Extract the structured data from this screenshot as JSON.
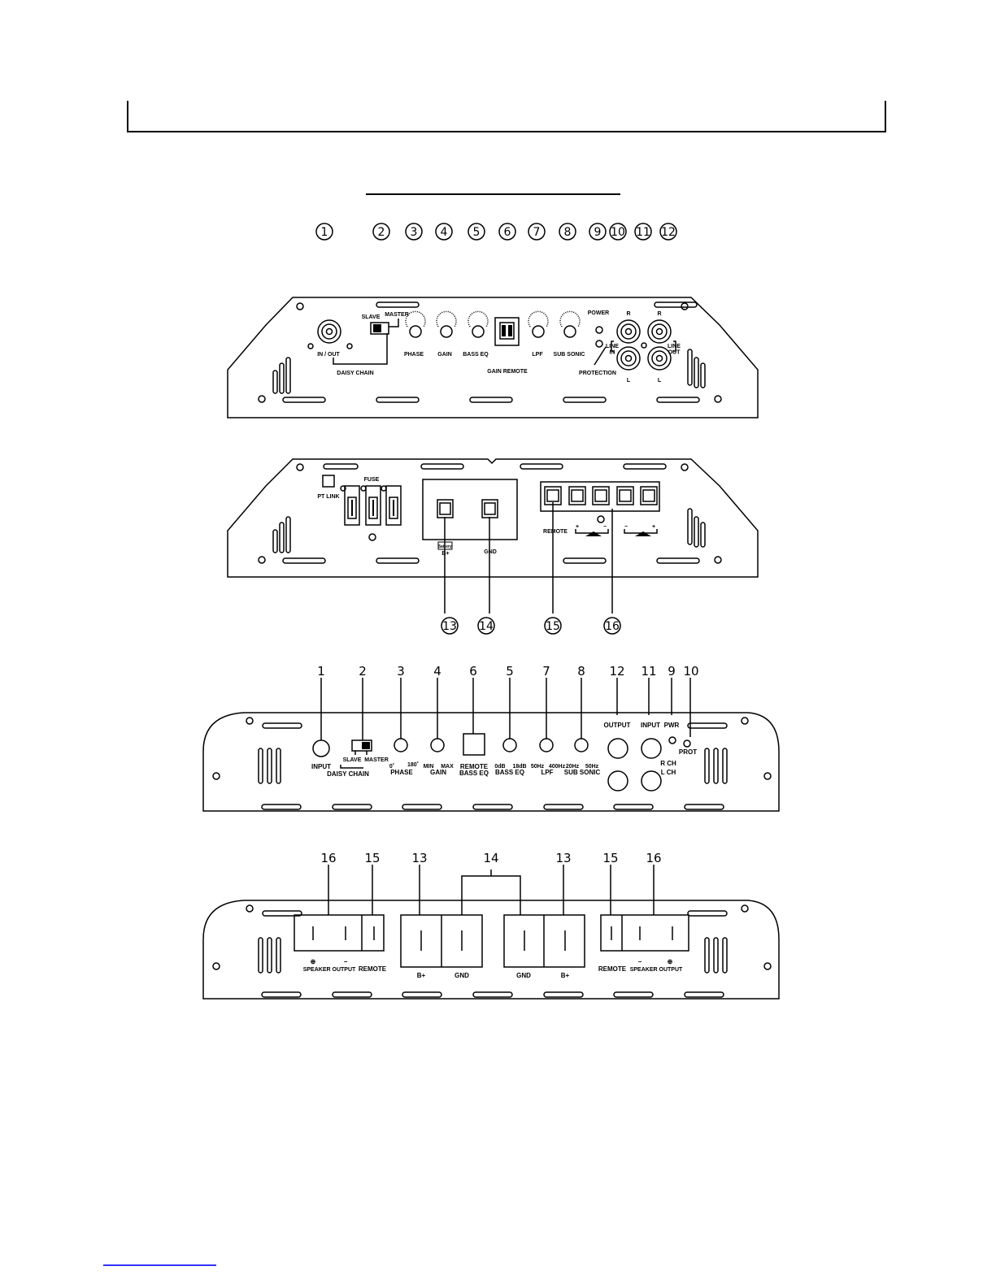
{
  "colors": {
    "line": "#000000",
    "background": "#ffffff",
    "footer_rule": "#3333ff"
  },
  "panel1": {
    "callouts": [
      "1",
      "2",
      "3",
      "4",
      "5",
      "6",
      "7",
      "8",
      "9",
      "10",
      "11",
      "12"
    ],
    "labels": {
      "in_out": "IN / OUT",
      "daisy_chain": "DAISY CHAIN",
      "slave": "SLAVE",
      "master": "MASTER",
      "phase": "PHASE",
      "gain": "GAIN",
      "bass_eq": "BASS EQ",
      "gain_remote": "GAIN REMOTE",
      "lpf": "LPF",
      "sub_sonic": "SUB SONIC",
      "power": "POWER",
      "protection": "PROTECTION",
      "r_in": "R",
      "line_in": "LINE\nIN",
      "l_in": "L",
      "r_out": "R",
      "line_out": "LINE\nOUT",
      "l_out": "L"
    }
  },
  "panel2": {
    "callouts": [
      "13",
      "14",
      "15",
      "16"
    ],
    "labels": {
      "pt_link": "PT LINK",
      "fuse": "FUSE",
      "battery": "Battery",
      "b_plus": "B+",
      "gnd": "GND",
      "remote": "REMOTE",
      "plus": "+",
      "minus": "−"
    }
  },
  "panel3": {
    "callouts": [
      "1",
      "2",
      "3",
      "4",
      "6",
      "5",
      "7",
      "8",
      "12",
      "11",
      "9",
      "10"
    ],
    "labels": {
      "input": "INPUT",
      "slave": "SLAVE",
      "master": "MASTER",
      "daisy_chain": "DAISY CHAIN",
      "phase_0": "0˚",
      "phase_180": "180˚",
      "phase": "PHASE",
      "gain_min": "MIN",
      "gain_max": "MAX",
      "gain": "GAIN",
      "remote": "REMOTE",
      "bass_eq_remote": "BASS EQ",
      "eq_0db": "0dB",
      "eq_18db": "18dB",
      "bass_eq": "BASS EQ",
      "lpf_50": "50Hz",
      "lpf_400": "400Hz",
      "lpf": "LPF",
      "ss_20": "20Hz",
      "ss_50": "50Hz",
      "sub_sonic": "SUB SONIC",
      "output": "OUTPUT",
      "input_r": "INPUT",
      "pwr": "PWR",
      "r_ch": "R CH",
      "l_ch": "L CH",
      "prot": "PROT"
    }
  },
  "panel4": {
    "callouts": [
      "16",
      "15",
      "13",
      "14",
      "13",
      "15",
      "16"
    ],
    "labels": {
      "plus": "⊕",
      "minus": "−",
      "speaker_output": "SPEAKER OUTPUT",
      "remote": "REMOTE",
      "b_plus": "B+",
      "gnd": "GND"
    }
  }
}
